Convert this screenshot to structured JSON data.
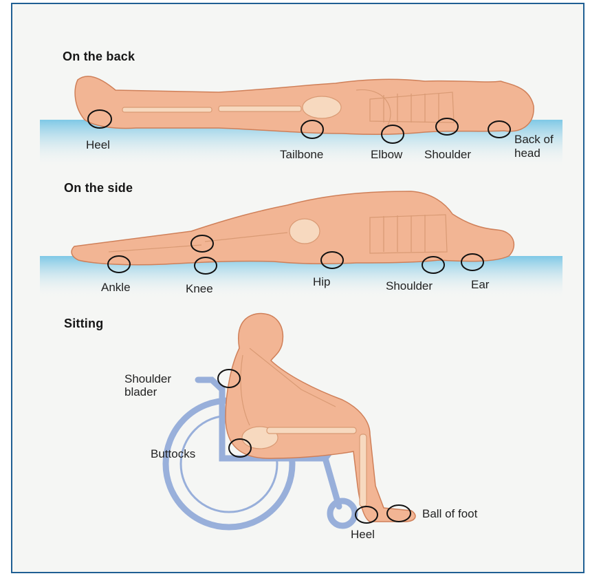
{
  "sections": {
    "back": {
      "heading": "On the back",
      "labels": {
        "heel": "Heel",
        "tailbone": "Tailbone",
        "elbow": "Elbow",
        "shoulder": "Shoulder",
        "back_of_head": "Back of head"
      }
    },
    "side": {
      "heading": "On the side",
      "labels": {
        "ankle": "Ankle",
        "knee": "Knee",
        "hip": "Hip",
        "shoulder": "Shoulder",
        "ear": "Ear"
      }
    },
    "sitting": {
      "heading": "Sitting",
      "labels": {
        "shoulder_blader": "Shoulder blader",
        "buttocks": "Buttocks",
        "heel": "Heel",
        "ball_of_foot": "Ball of foot"
      }
    }
  },
  "colors": {
    "skin": "#f2b594",
    "skin_outline": "#cf7f58",
    "bone": "#f7d9bf",
    "surface": "#8fd1ea",
    "wheelchair": "#8fa8d8",
    "frame": "#1f5f93"
  }
}
